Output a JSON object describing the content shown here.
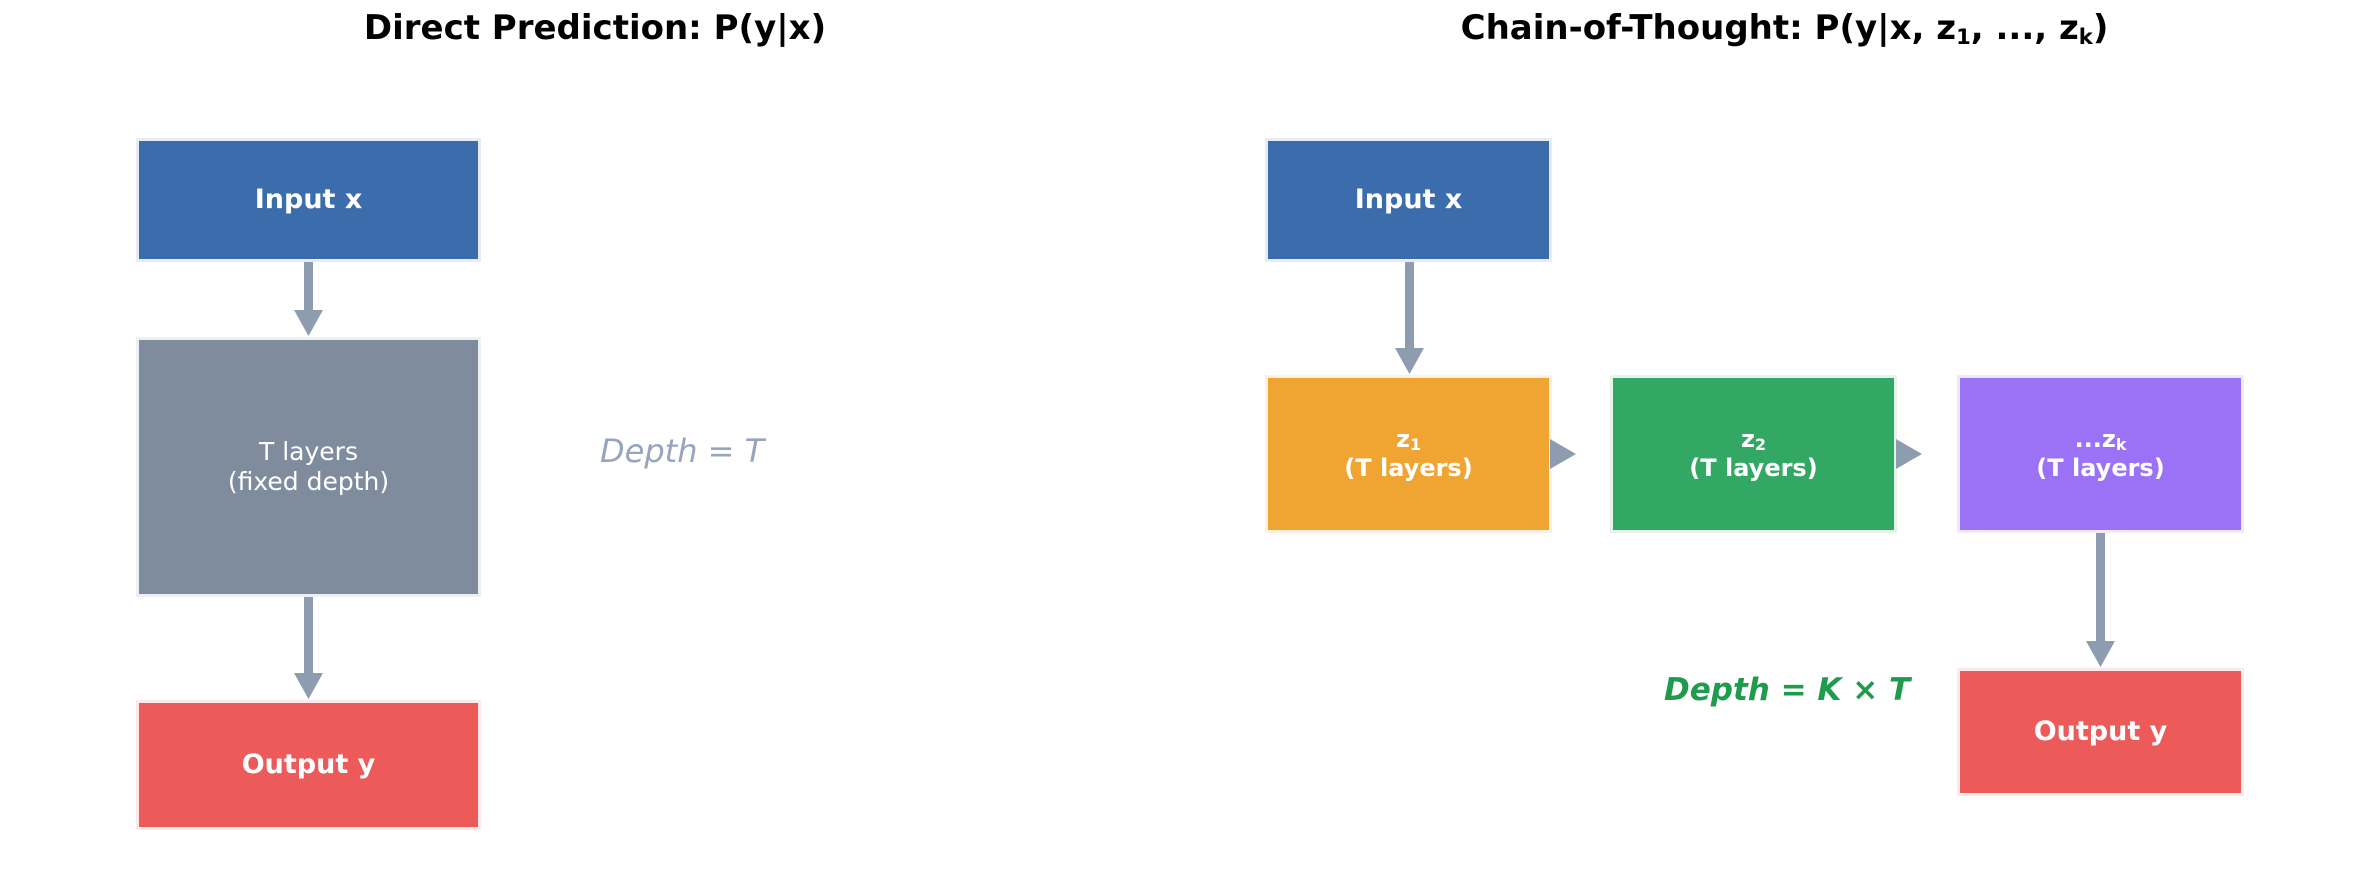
{
  "panels": {
    "left": {
      "title_prefix": "Direct Prediction: P(y|x)",
      "nodes": {
        "input": "Input x",
        "compute": "T layers\n(fixed depth)",
        "output": "Output y"
      },
      "annotation": "Depth = T"
    },
    "right": {
      "title_prefix": "Chain-of-Thought: P(y|x, z",
      "title_sub1": "1",
      "title_mid": ", ..., z",
      "title_sub2": "k",
      "title_suffix": ")",
      "nodes": {
        "input": "Input x",
        "z1_name": "z",
        "z1_sub": "1",
        "z1_detail": "(T layers)",
        "z2_name": "z",
        "z2_sub": "2",
        "z2_detail": "(T layers)",
        "zk_name": "...z",
        "zk_sub": "k",
        "zk_detail": "(T layers)",
        "output": "Output y"
      },
      "annotation": "Depth = K × T"
    }
  },
  "colors": {
    "input_blue": "#3b6cab",
    "compute_gray": "#7f8c9e",
    "output_red": "#ec5a5a",
    "z1_orange": "#f0a431",
    "z2_green": "#33a864",
    "zk_purple": "#9b72f5",
    "arrow_gray": "#8e9cb0",
    "annot_gray_blue": "#96a5bc",
    "annot_green": "#1e9b4c",
    "background": "#ffffff",
    "text_white": "#ffffff",
    "title_black": "#000000"
  },
  "icons": {
    "arrow_down": "down-arrow-icon",
    "arrow_right": "right-arrow-icon"
  }
}
